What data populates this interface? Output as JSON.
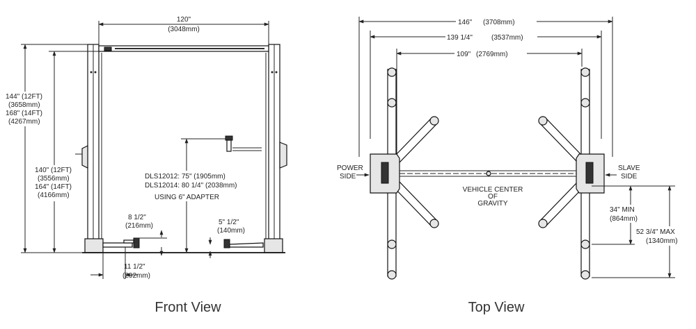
{
  "front_view": {
    "caption": "Front View",
    "width_in": "120\"",
    "width_mm": "(3048mm)",
    "height_outer_in": "144\" (12FT)",
    "height_outer_mm": "(3658mm)",
    "height_outer_14_in": "168\" (14FT)",
    "height_outer_14_mm": "(4267mm)",
    "height_inner_in": "140\" (12FT)",
    "height_inner_mm": "(3556mm)",
    "height_inner_14_in": "164\" (14FT)",
    "height_inner_14_mm": "(4166mm)",
    "rise_12012": "DLS12012: 75\" (1905mm)",
    "rise_12014": "DLS12014: 80 1/4\" (2038mm)",
    "adapter_note": "USING 6\" ADAPTER",
    "pad_height_in": "8 1/2\"",
    "pad_height_mm": "(216mm)",
    "pad_low_in": "5\" 1/2\"",
    "pad_low_mm": "(140mm)",
    "base_in": "11 1/2\"",
    "base_mm": "(292mm)"
  },
  "top_view": {
    "caption": "Top View",
    "overall_in": "146\"",
    "overall_mm": "(3708mm)",
    "mid_in": "139 1/4\"",
    "mid_mm": "(3537mm)",
    "inner_in": "109\"",
    "inner_mm": "(2769mm)",
    "power_side_1": "POWER",
    "power_side_2": "SIDE",
    "slave_side_1": "SLAVE",
    "slave_side_2": "SIDE",
    "cg_1": "VEHICLE CENTER",
    "cg_2": "OF",
    "cg_3": "GRAVITY",
    "min_in": "34\" MIN",
    "min_mm": "(864mm)",
    "max_in": "52 3/4\" MAX",
    "max_mm": "(1340mm)"
  }
}
